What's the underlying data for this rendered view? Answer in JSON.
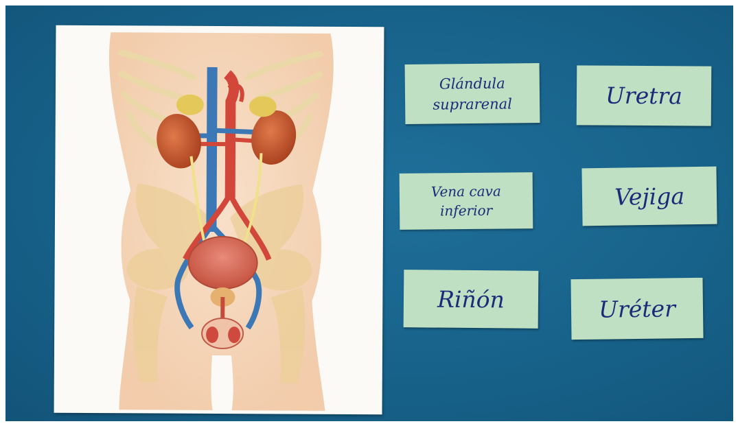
{
  "labels": {
    "adrenal": "Glándula\nsuprarenal",
    "urethra": "Uretra",
    "vena_cava": "Vena cava\ninferior",
    "bladder": "Vejiga",
    "kidney": "Riñón",
    "ureter": "Uréter"
  },
  "colors": {
    "board": "#17628a",
    "card": "#bfe0c2",
    "ink": "#1d2a7a",
    "skin": "#f6d4b4",
    "kidney": "#c4582e",
    "adrenal": "#e4c95a",
    "artery": "#d2473a",
    "vein": "#3d78b6",
    "ureter": "#efe28a"
  }
}
